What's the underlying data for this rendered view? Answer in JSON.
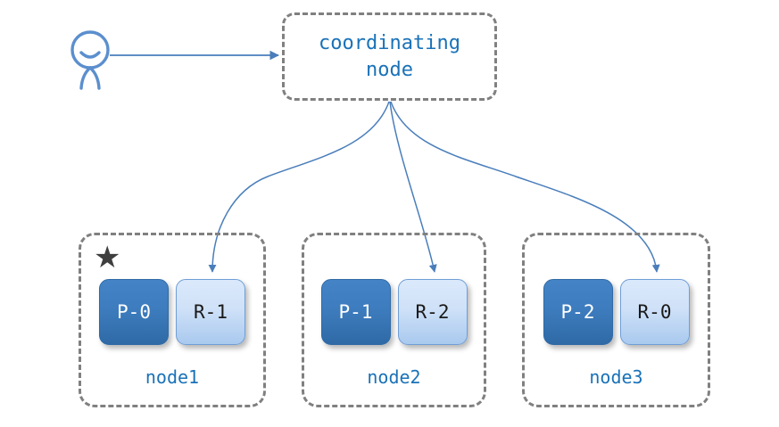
{
  "diagram": {
    "title": "elasticsearch coordinating node routing diagram",
    "background": "#ffffff",
    "colors": {
      "accent_blue": "#1a72b8",
      "arrow_blue": "#4a7ebb",
      "group_border_gray": "#808080",
      "star_gray": "#3f3f3f",
      "primary_shard_fill": "#3d7cbe",
      "replica_shard_fill": "#cfe1f8"
    }
  },
  "actor": {
    "icon": "user-person-icon",
    "label": ""
  },
  "coordinating_node": {
    "label": "coordinating\nnode",
    "line1": "coordinating",
    "line2": "node"
  },
  "nodes": [
    {
      "id": "node1",
      "label": "node1",
      "has_star": true,
      "star_glyph": "★",
      "shards": [
        {
          "label": "P-0",
          "type": "primary"
        },
        {
          "label": "R-1",
          "type": "replica"
        }
      ]
    },
    {
      "id": "node2",
      "label": "node2",
      "has_star": false,
      "star_glyph": "",
      "shards": [
        {
          "label": "P-1",
          "type": "primary"
        },
        {
          "label": "R-2",
          "type": "replica"
        }
      ]
    },
    {
      "id": "node3",
      "label": "node3",
      "has_star": false,
      "star_glyph": "",
      "shards": [
        {
          "label": "P-2",
          "type": "primary"
        },
        {
          "label": "R-0",
          "type": "replica"
        }
      ]
    }
  ],
  "connections": [
    {
      "from": "user",
      "to": "coordinating-node",
      "style": "straight-arrow"
    },
    {
      "from": "coordinating-node",
      "to": "node1.R-1",
      "style": "curved-arrow"
    },
    {
      "from": "coordinating-node",
      "to": "node2.R-2",
      "style": "curved-arrow"
    },
    {
      "from": "coordinating-node",
      "to": "node3.R-0",
      "style": "curved-arrow"
    }
  ]
}
